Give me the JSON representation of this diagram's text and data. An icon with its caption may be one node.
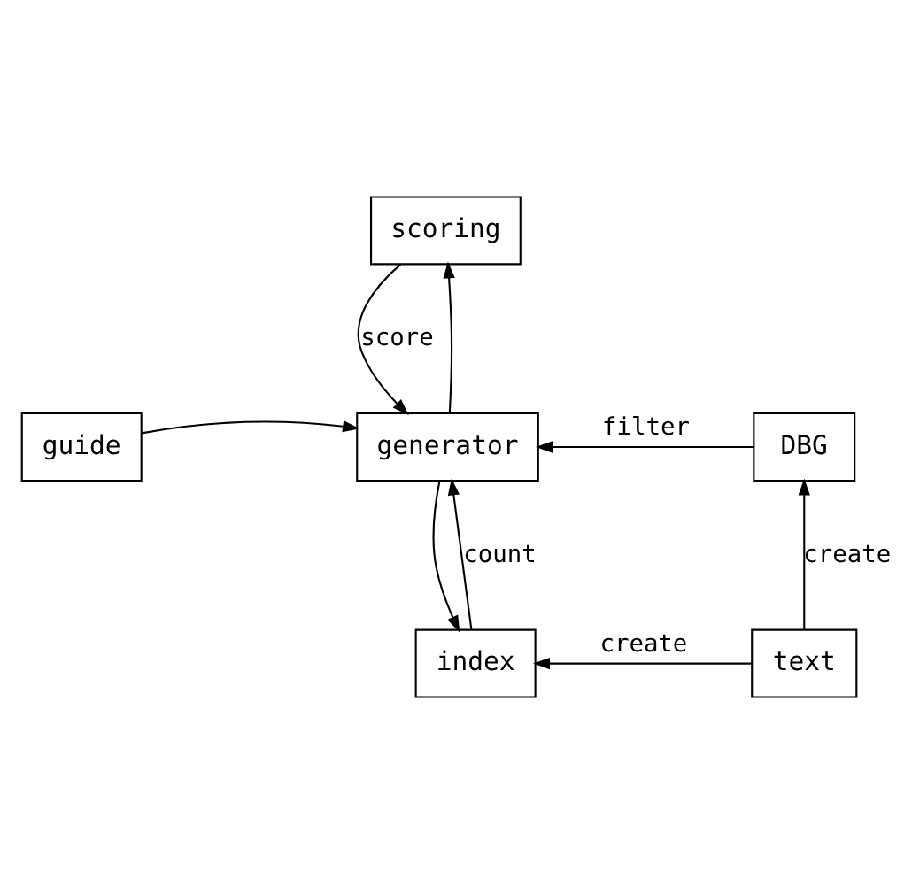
{
  "diagram": {
    "nodes": [
      {
        "text": [
          "scoring"
        ]
      },
      {
        "text": [
          "guide"
        ]
      },
      {
        "text": [
          "generator"
        ]
      },
      {
        "text": [
          "DBG"
        ]
      },
      {
        "text": [
          "index"
        ]
      },
      {
        "text": [
          "text"
        ]
      }
    ],
    "edges": [
      {
        "from": 0,
        "to": 2,
        "arrow": "to",
        "label": "score"
      },
      {
        "from": 2,
        "to": 0,
        "arrow": "to"
      },
      {
        "from": 1,
        "to": 2,
        "arrow": "to"
      },
      {
        "from": 3,
        "to": 2,
        "arrow": "to",
        "label": "filter"
      },
      {
        "from": 4,
        "to": 2,
        "arrow": "to",
        "label": "count"
      },
      {
        "from": 2,
        "to": 4,
        "arrow": "to"
      },
      {
        "from": 5,
        "to": 4,
        "arrow": "to",
        "label": "create"
      },
      {
        "from": 5,
        "to": 3,
        "arrow": "to",
        "label": "create"
      }
    ]
  }
}
